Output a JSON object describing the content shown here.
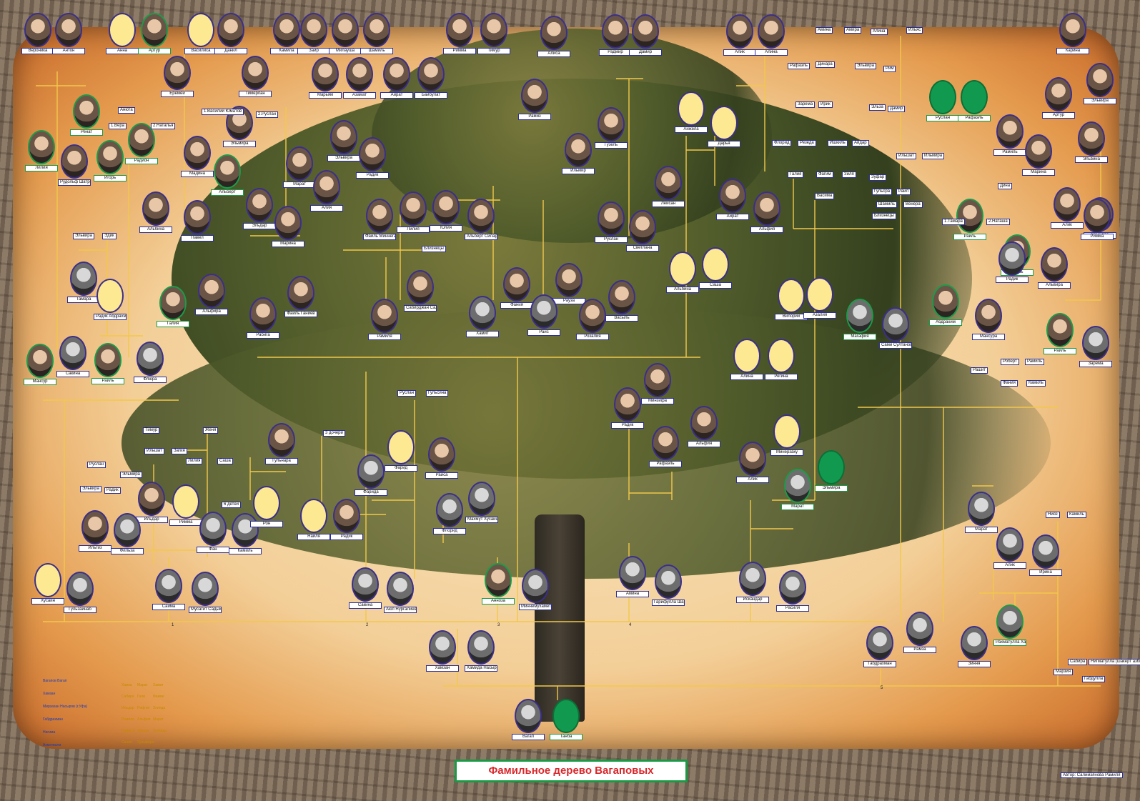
{
  "title": "Фамильное дерево Вагаповых",
  "author": "Автор: Салимзянова Рамиля",
  "colors": {
    "line": "#f2c84b",
    "frame": "#3b2f8a",
    "green_frame": "#1d9a4a",
    "title_text": "#d9272a"
  },
  "people": [
    {
      "name": "Вероника"
    },
    {
      "name": "Антон"
    },
    {
      "name": "Анна"
    },
    {
      "name": "Артур"
    },
    {
      "name": "Василиса"
    },
    {
      "name": "Данил"
    },
    {
      "name": "Камила"
    },
    {
      "name": "Заир"
    },
    {
      "name": "Милауша"
    },
    {
      "name": "Шамиль"
    },
    {
      "name": "Римма"
    },
    {
      "name": "Тимур"
    },
    {
      "name": "Алиса"
    },
    {
      "name": "Радмир"
    },
    {
      "name": "Дамир"
    },
    {
      "name": "Алик"
    },
    {
      "name": "Алина"
    },
    {
      "name": "Карина"
    },
    {
      "name": "Еремей"
    },
    {
      "name": "Тимерлан"
    },
    {
      "name": "Марьям"
    },
    {
      "name": "Азамат"
    },
    {
      "name": "Айрат"
    },
    {
      "name": "Байбулат"
    },
    {
      "name": "Эльвира"
    },
    {
      "name": "Ренат"
    },
    {
      "name": "Рамиз"
    },
    {
      "name": "Анжела"
    },
    {
      "name": "Дарья"
    },
    {
      "name": "Руслан"
    },
    {
      "name": "Рафаэль"
    },
    {
      "name": "Артур"
    },
    {
      "name": "Лилия"
    },
    {
      "name": "Рудольф Шатров"
    },
    {
      "name": "Игорь"
    },
    {
      "name": "Радион"
    },
    {
      "name": "Эльмира"
    },
    {
      "name": "Гузель"
    },
    {
      "name": "Мадина"
    },
    {
      "name": "Альберт"
    },
    {
      "name": "Марат"
    },
    {
      "name": "Эльвира"
    },
    {
      "name": "Радик"
    },
    {
      "name": "Рамиль"
    },
    {
      "name": "Марина"
    },
    {
      "name": "Ильмир"
    },
    {
      "name": "Эльвина"
    },
    {
      "name": "Раиль"
    },
    {
      "name": "Камилла"
    },
    {
      "name": "Лейсан"
    },
    {
      "name": "Альбина"
    },
    {
      "name": "Павел"
    },
    {
      "name": "Эльдар"
    },
    {
      "name": "Алия"
    },
    {
      "name": "Фаиль Миннегалиев"
    },
    {
      "name": "Лилия"
    },
    {
      "name": "Юлия"
    },
    {
      "name": "Альберт Силаров"
    },
    {
      "name": "Айрат"
    },
    {
      "name": "Альфия"
    },
    {
      "name": "Марина"
    },
    {
      "name": "Руслан"
    },
    {
      "name": "Светлана"
    },
    {
      "name": "Раиль"
    },
    {
      "name": "Алик"
    },
    {
      "name": "Римма"
    },
    {
      "name": "Тамара"
    },
    {
      "name": "Радик Абдрахманов"
    },
    {
      "name": "Галия"
    },
    {
      "name": "Альфира"
    },
    {
      "name": "Рабига"
    },
    {
      "name": "Фаиль Ганиев"
    },
    {
      "name": "Рамиля"
    },
    {
      "name": "Сабирджан Салимзянов"
    },
    {
      "name": "Фания"
    },
    {
      "name": "Рауза"
    },
    {
      "name": "Хамит"
    },
    {
      "name": "Раис"
    },
    {
      "name": "Розалия"
    },
    {
      "name": "Васыль"
    },
    {
      "name": "Альбина"
    },
    {
      "name": "Саша"
    },
    {
      "name": "Вилорий"
    },
    {
      "name": "Азалия"
    },
    {
      "name": "Магафия"
    },
    {
      "name": "Сами Султанов"
    },
    {
      "name": "Абдрахим"
    },
    {
      "name": "Мансура"
    },
    {
      "name": "Радик"
    },
    {
      "name": "Альвира"
    },
    {
      "name": "Раиль"
    },
    {
      "name": "Зарема"
    },
    {
      "name": "Мансур"
    },
    {
      "name": "Сакина"
    },
    {
      "name": "Раиль"
    },
    {
      "name": "Флюра"
    },
    {
      "name": "Минзифа"
    },
    {
      "name": "Алина"
    },
    {
      "name": "Регина"
    },
    {
      "name": "Радик"
    },
    {
      "name": "Альфия"
    },
    {
      "name": "Рафаэль"
    },
    {
      "name": "Минерзаку"
    },
    {
      "name": "Алик"
    },
    {
      "name": "Марат"
    },
    {
      "name": "Эльмира"
    },
    {
      "name": "Гульнара"
    },
    {
      "name": "Раиса"
    },
    {
      "name": "Фарид"
    },
    {
      "name": "Фарида"
    },
    {
      "name": "Ильдар"
    },
    {
      "name": "Римма"
    },
    {
      "name": "Ильгиз"
    },
    {
      "name": "Фильза"
    },
    {
      "name": "Фан"
    },
    {
      "name": "Камиль"
    },
    {
      "name": "Рон"
    },
    {
      "name": "Наиля"
    },
    {
      "name": "Радик"
    },
    {
      "name": "Флорид"
    },
    {
      "name": "Марат"
    },
    {
      "name": "Алик"
    },
    {
      "name": "Ирина"
    },
    {
      "name": "Махмут Хусаинов"
    },
    {
      "name": "Хусаин"
    },
    {
      "name": "Гульзайнаб"
    },
    {
      "name": "Сайма"
    },
    {
      "name": "Мусагит Садыков"
    },
    {
      "name": "Сакина"
    },
    {
      "name": "Аюп Нургалиев"
    },
    {
      "name": "Анноза"
    },
    {
      "name": "Миннемухамет Валиуллин"
    },
    {
      "name": "Амина"
    },
    {
      "name": "Гарифулла Шарифуллин"
    },
    {
      "name": "Искандар"
    },
    {
      "name": "Расиля"
    },
    {
      "name": "Рамза"
    },
    {
      "name": "Зиння"
    },
    {
      "name": "Рахматулла Хантельдин"
    },
    {
      "name": "Хамзан"
    },
    {
      "name": "Хамида Насырова"
    },
    {
      "name": "Габдрахман"
    },
    {
      "name": "Вагап"
    },
    {
      "name": "Танба"
    }
  ],
  "tags": [
    "Анюта",
    "1.Вера",
    "2.Наталья",
    "1.Василий Юматов",
    "2.Руслан",
    "Эльвира",
    "Эдик",
    "Амина",
    "Амира",
    "Алина",
    "Ильяс",
    "Рафаэль",
    "Динара",
    "Эльвира",
    "Рим",
    "Зарема",
    "Ирик",
    "Эльза",
    "Дамир",
    "Флорид",
    "Резеда",
    "Ишкиль",
    "Айдар",
    "Ильшат",
    "Ильмира",
    "Галия",
    "Фагим",
    "Зиля",
    "Зуфар",
    "Гульсра",
    "Раил",
    "Шамиль",
    "Венера",
    "Васима",
    "Близнецы",
    "Близнецы",
    "1.Тамара",
    "2.Наташа",
    "Дина",
    "Рашит",
    "Роберт",
    "Рамиль",
    "Фания",
    "Камиль",
    "Руслан",
    "Гульсина",
    "Тимур",
    "Женя",
    "Ильшат",
    "Загия",
    "Лилия",
    "Саша",
    "3 дочери",
    "Руслан",
    "Эльвира",
    "Эльмира",
    "Радик",
    "6 детей",
    "Нияз",
    "Камиль",
    "Марзия",
    "Сабира",
    "Нигматулла (шакерт азбыйе)",
    "Габдулла"
  ],
  "generation_marks": [
    "1",
    "2",
    "3",
    "4",
    "5"
  ],
  "legend": {
    "lines": [
      "Вагапов Вагап",
      "Хамзан",
      "Мирзахан Насыров (г.Уфа)",
      "Габдрахман",
      "Нагима",
      "Ахметвали"
    ],
    "children": [
      "Хамза",
      "Марат",
      "Хамит",
      "Сабира",
      "Гали",
      "Фаиме",
      "Ильдар",
      "Рифнат",
      "Злинда",
      "Рамиля",
      "Альфия",
      "Марат",
      "Нафиса",
      "Флюра",
      "Зулкида",
      "Сания",
      "Зульфира"
    ]
  }
}
